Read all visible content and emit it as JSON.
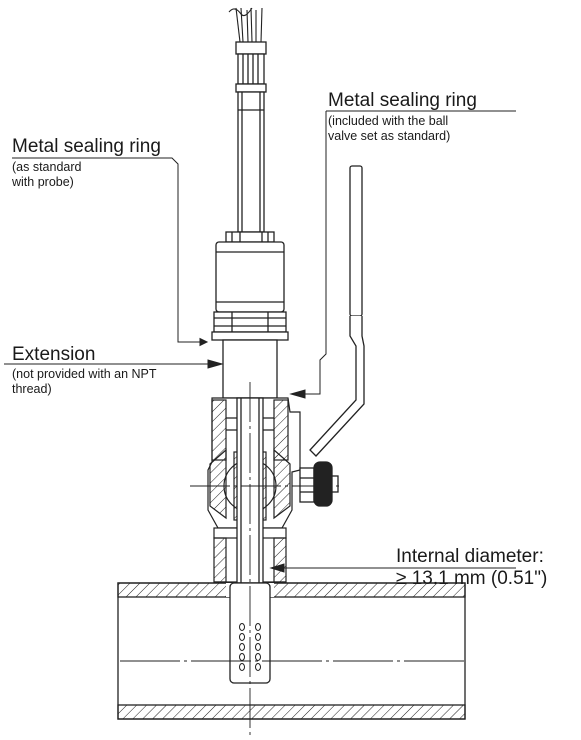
{
  "labels": {
    "seal_top": {
      "title": "Metal sealing ring",
      "note": "(included with the ball\nvalve set as standard)"
    },
    "seal_left": {
      "title": "Metal sealing ring",
      "note": "(as standard\nwith probe)"
    },
    "extension": {
      "title": "Extension",
      "note": "(not provided with an NPT\nthread)"
    },
    "internal_diameter": {
      "title": "Internal diameter:",
      "value": "≥ 13.1 mm (0.51\")"
    }
  }
}
